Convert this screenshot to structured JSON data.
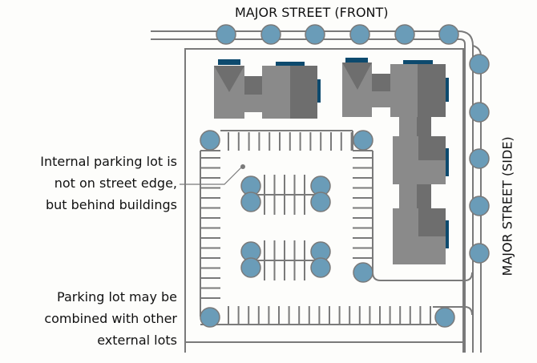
{
  "labels": {
    "front_street": "MAJOR STREET (FRONT)",
    "side_street": "MAJOR STREET (SIDE)",
    "internal_note": [
      "Internal parking lot is",
      "not on street edge,",
      "but behind buildings"
    ],
    "combined_note": [
      "Parking lot may be",
      "combined with other",
      "external lots"
    ]
  },
  "colors": {
    "tree": "#6a9cb8",
    "tree_outline": "#7a7a7a",
    "roof_light": "#8a8a8a",
    "roof_dark": "#6e6e6e",
    "window": "#0d4a6e",
    "line": "#7a7a7a"
  }
}
